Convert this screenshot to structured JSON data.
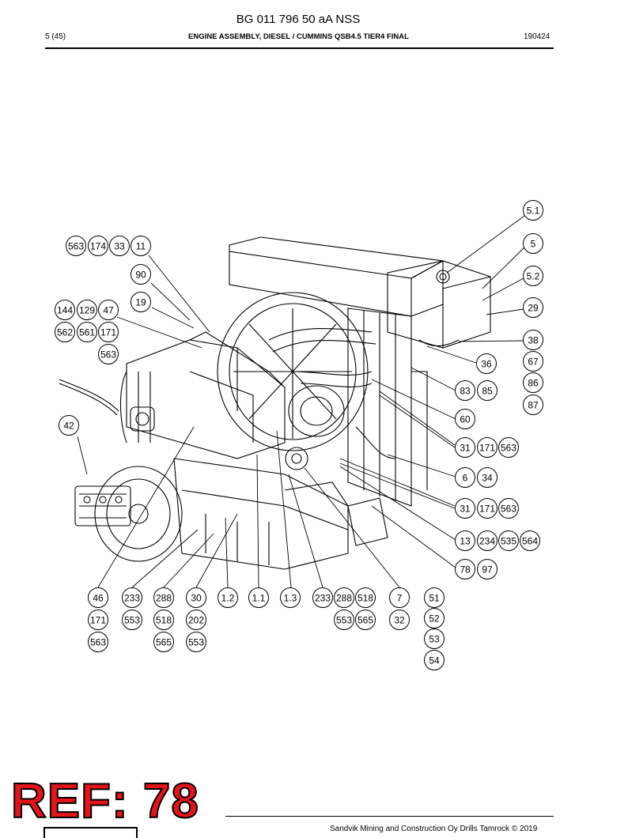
{
  "header": {
    "doc_id": "BG 011 796 50 aA NSS",
    "page": "5 (45)",
    "title": "ENGINE ASSEMBLY, DIESEL / CUMMINS QSB4.5 TIER4 FINAL",
    "date": "190424"
  },
  "footer": {
    "copyright": "Sandvik Mining and Construction Oy Drills Tamrock © 2019"
  },
  "stamp": {
    "text": "REF: 78",
    "color": "#e4141b"
  },
  "callouts": [
    "5.1",
    "5",
    "5.2",
    "29",
    "38",
    "67",
    "86",
    "87",
    "36",
    "83",
    "85",
    "60",
    "31",
    "171",
    "563",
    "6",
    "34",
    "31",
    "171",
    "563",
    "13",
    "234",
    "535",
    "564",
    "78",
    "97",
    "563",
    "174",
    "33",
    "11",
    "90",
    "19",
    "144",
    "129",
    "47",
    "562",
    "561",
    "171",
    "563",
    "42",
    "46",
    "171",
    "563",
    "233",
    "553",
    "288",
    "518",
    "565",
    "30",
    "202",
    "553",
    "1.2",
    "1.1",
    "1.3",
    "233",
    "288",
    "518",
    "553",
    "565",
    "7",
    "32",
    "51",
    "52",
    "53",
    "54"
  ]
}
